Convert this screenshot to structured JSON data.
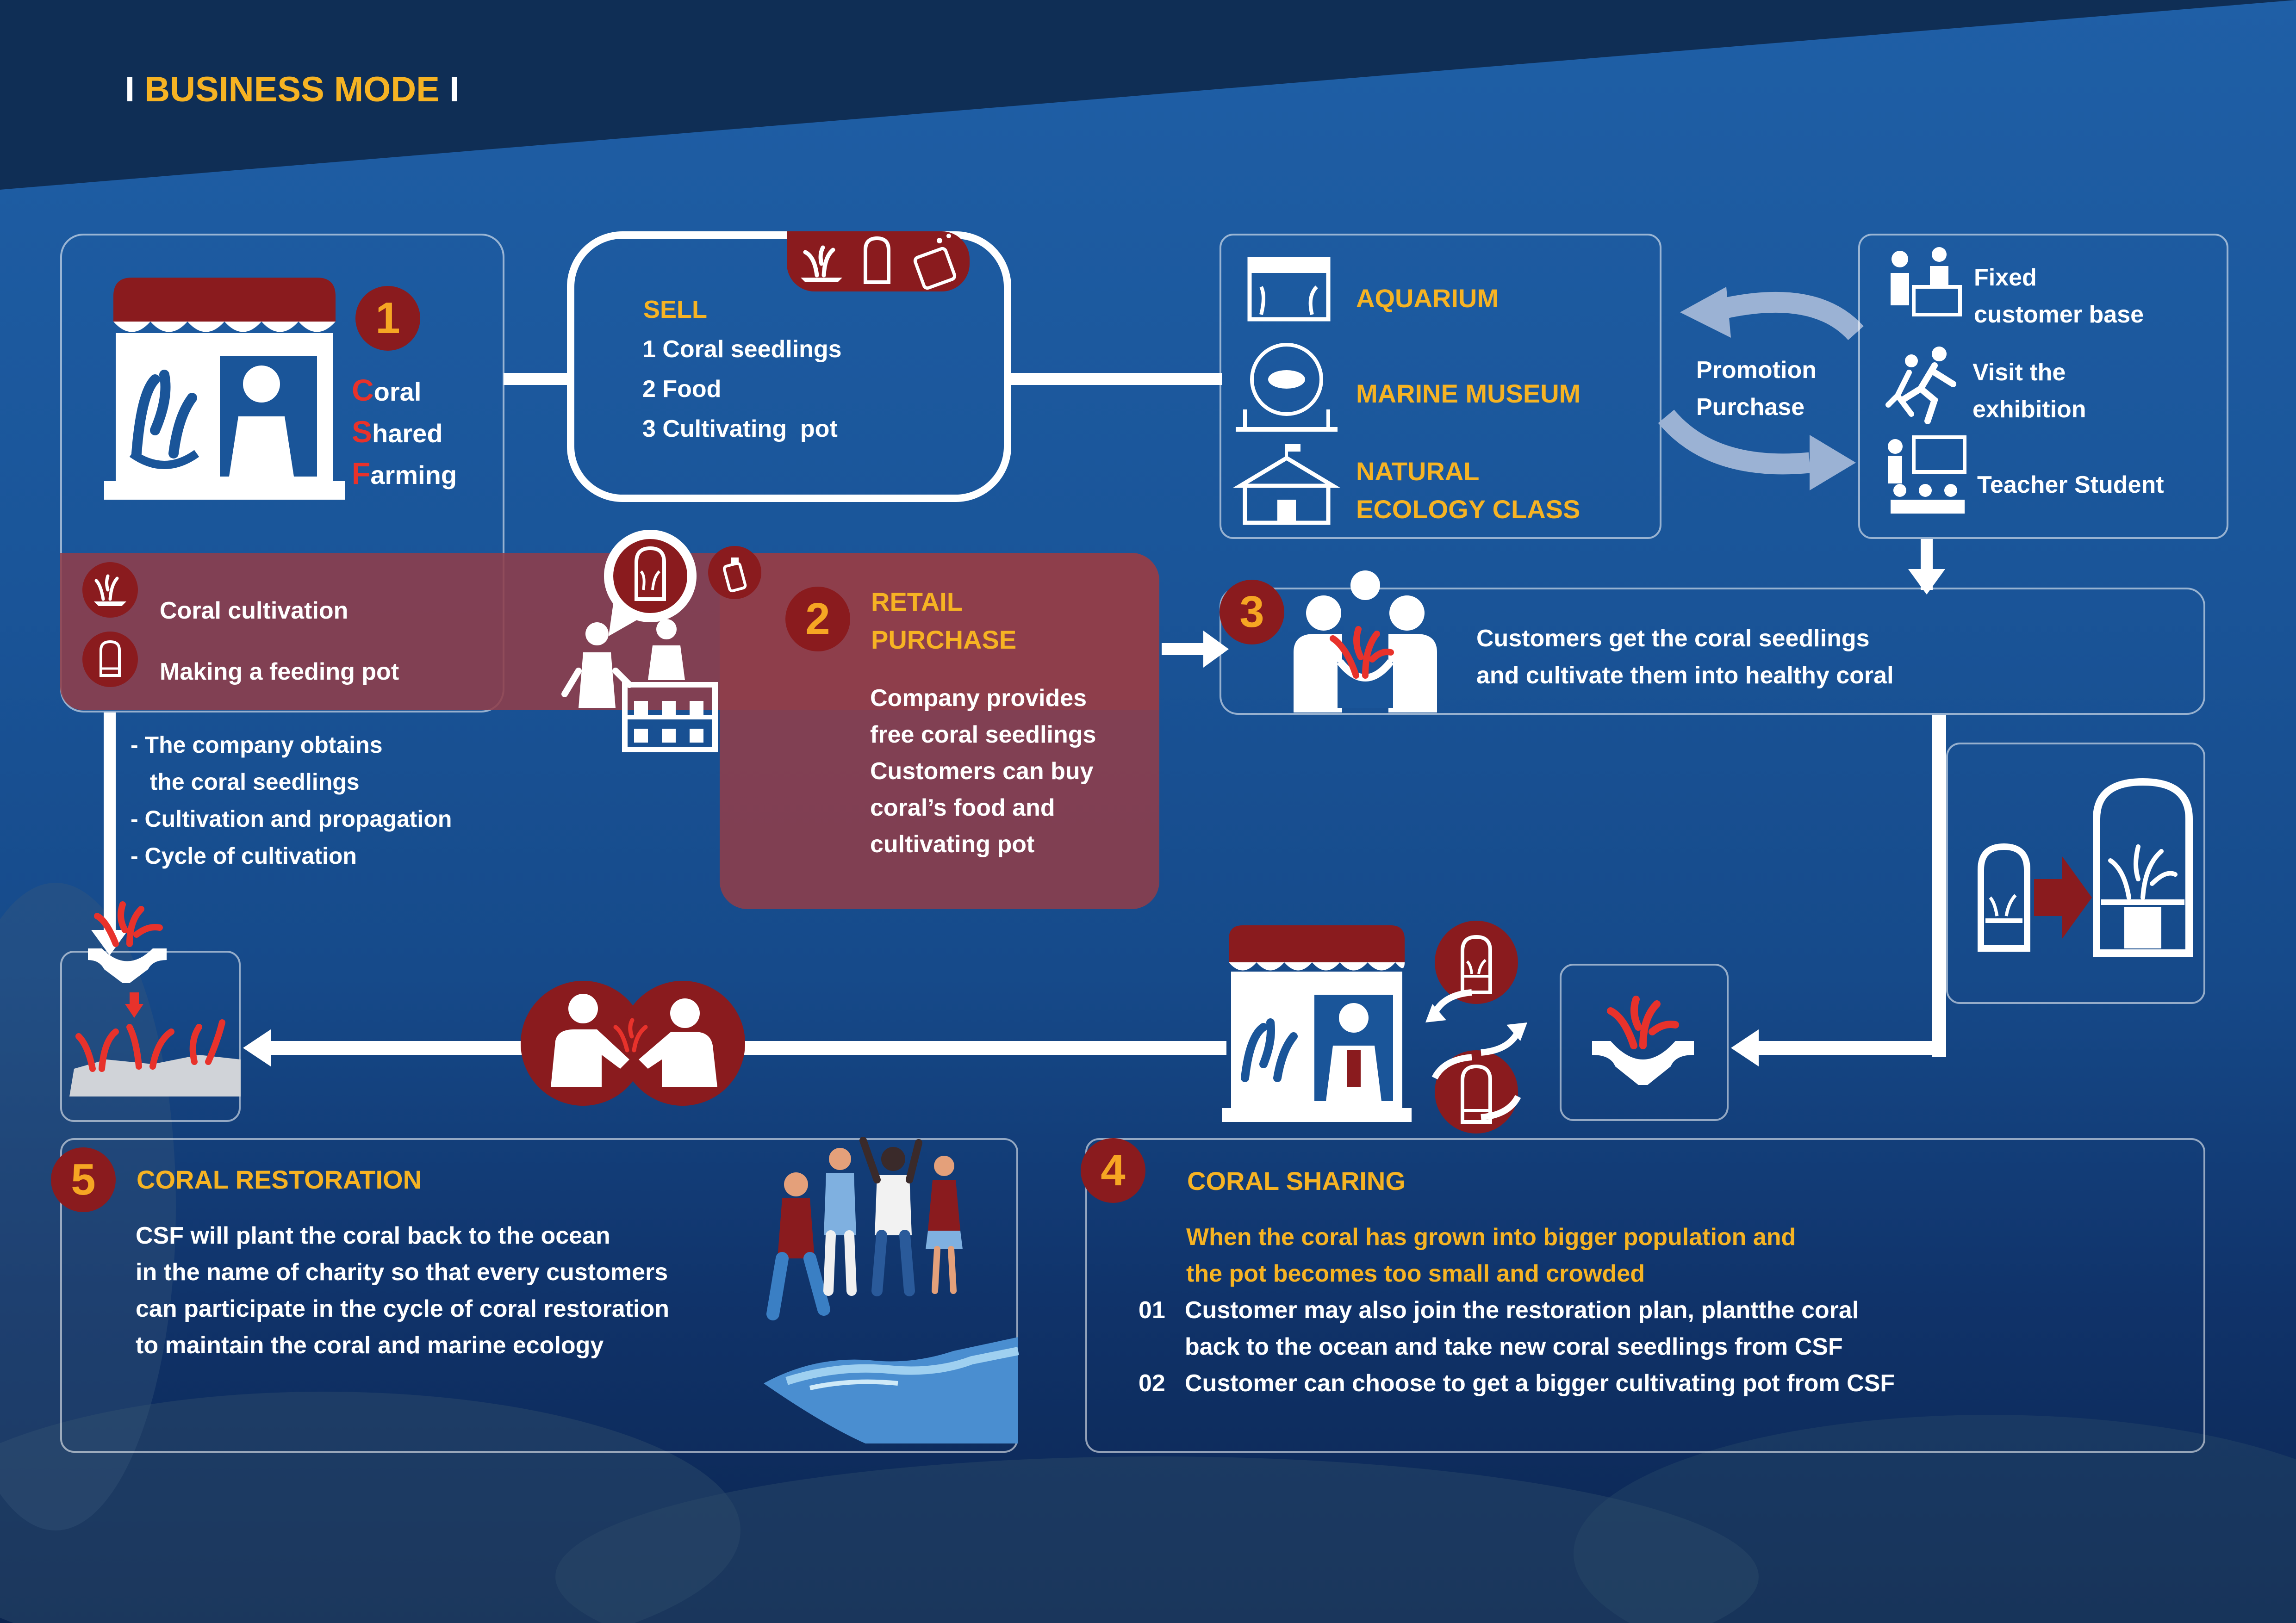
{
  "header": {
    "title": "BUSINESS MODE"
  },
  "colors": {
    "accent": "#f6b323",
    "brand_red": "#8a1b1e",
    "bg_blue": "#1a5599"
  },
  "box1": {
    "number": "1",
    "brand": [
      {
        "initial": "C",
        "rest": "oral"
      },
      {
        "initial": "S",
        "rest": "hared"
      },
      {
        "initial": "F",
        "rest": "arming"
      }
    ],
    "activities": [
      "Coral cultivation",
      "Making a feeding pot"
    ],
    "notes": [
      "- The company obtains",
      "   the coral seedlings",
      "- Cultivation and propagation",
      "- Cycle of cultivation"
    ]
  },
  "sell": {
    "title": "SELL",
    "items": [
      "1 Coral seedlings",
      "2 Food",
      "3 Cultivating  pot"
    ]
  },
  "venues": {
    "items": [
      "AQUARIUM",
      "MARINE MUSEUM",
      "NATURAL",
      "ECOLOGY CLASS"
    ]
  },
  "promotion": {
    "lines": [
      "Promotion",
      "Purchase"
    ]
  },
  "customers": {
    "items": [
      "Fixed",
      "customer base",
      "Visit the",
      "exhibition",
      "Teacher Student"
    ]
  },
  "retail": {
    "number": "2",
    "title": [
      "RETAIL",
      "PURCHASE"
    ],
    "body": [
      "Company provides",
      "free coral seedlings",
      "Customers can buy",
      "coral’s food and",
      "cultivating pot"
    ]
  },
  "step3": {
    "number": "3",
    "body": [
      "Customers get the coral seedlings",
      "and cultivate them into healthy coral"
    ]
  },
  "restoration": {
    "number": "5",
    "title": "CORAL RESTORATION",
    "body": [
      "CSF will plant the coral back to the ocean",
      "in the name of charity so that every customers",
      "can participate in the cycle of coral restoration",
      "to maintain the coral and marine ecology"
    ]
  },
  "sharing": {
    "number": "4",
    "title": "CORAL SHARING",
    "highlight": [
      "When the coral has grown into bigger population and",
      "the pot becomes too small and crowded"
    ],
    "items": [
      {
        "n": "01",
        "text": "Customer may also join the restoration plan, plantthe coral"
      },
      {
        "n": "",
        "text": "back to the ocean and take new coral seedlings from CSF"
      },
      {
        "n": "02",
        "text": "Customer can choose to get a bigger cultivating pot from CSF"
      }
    ]
  }
}
